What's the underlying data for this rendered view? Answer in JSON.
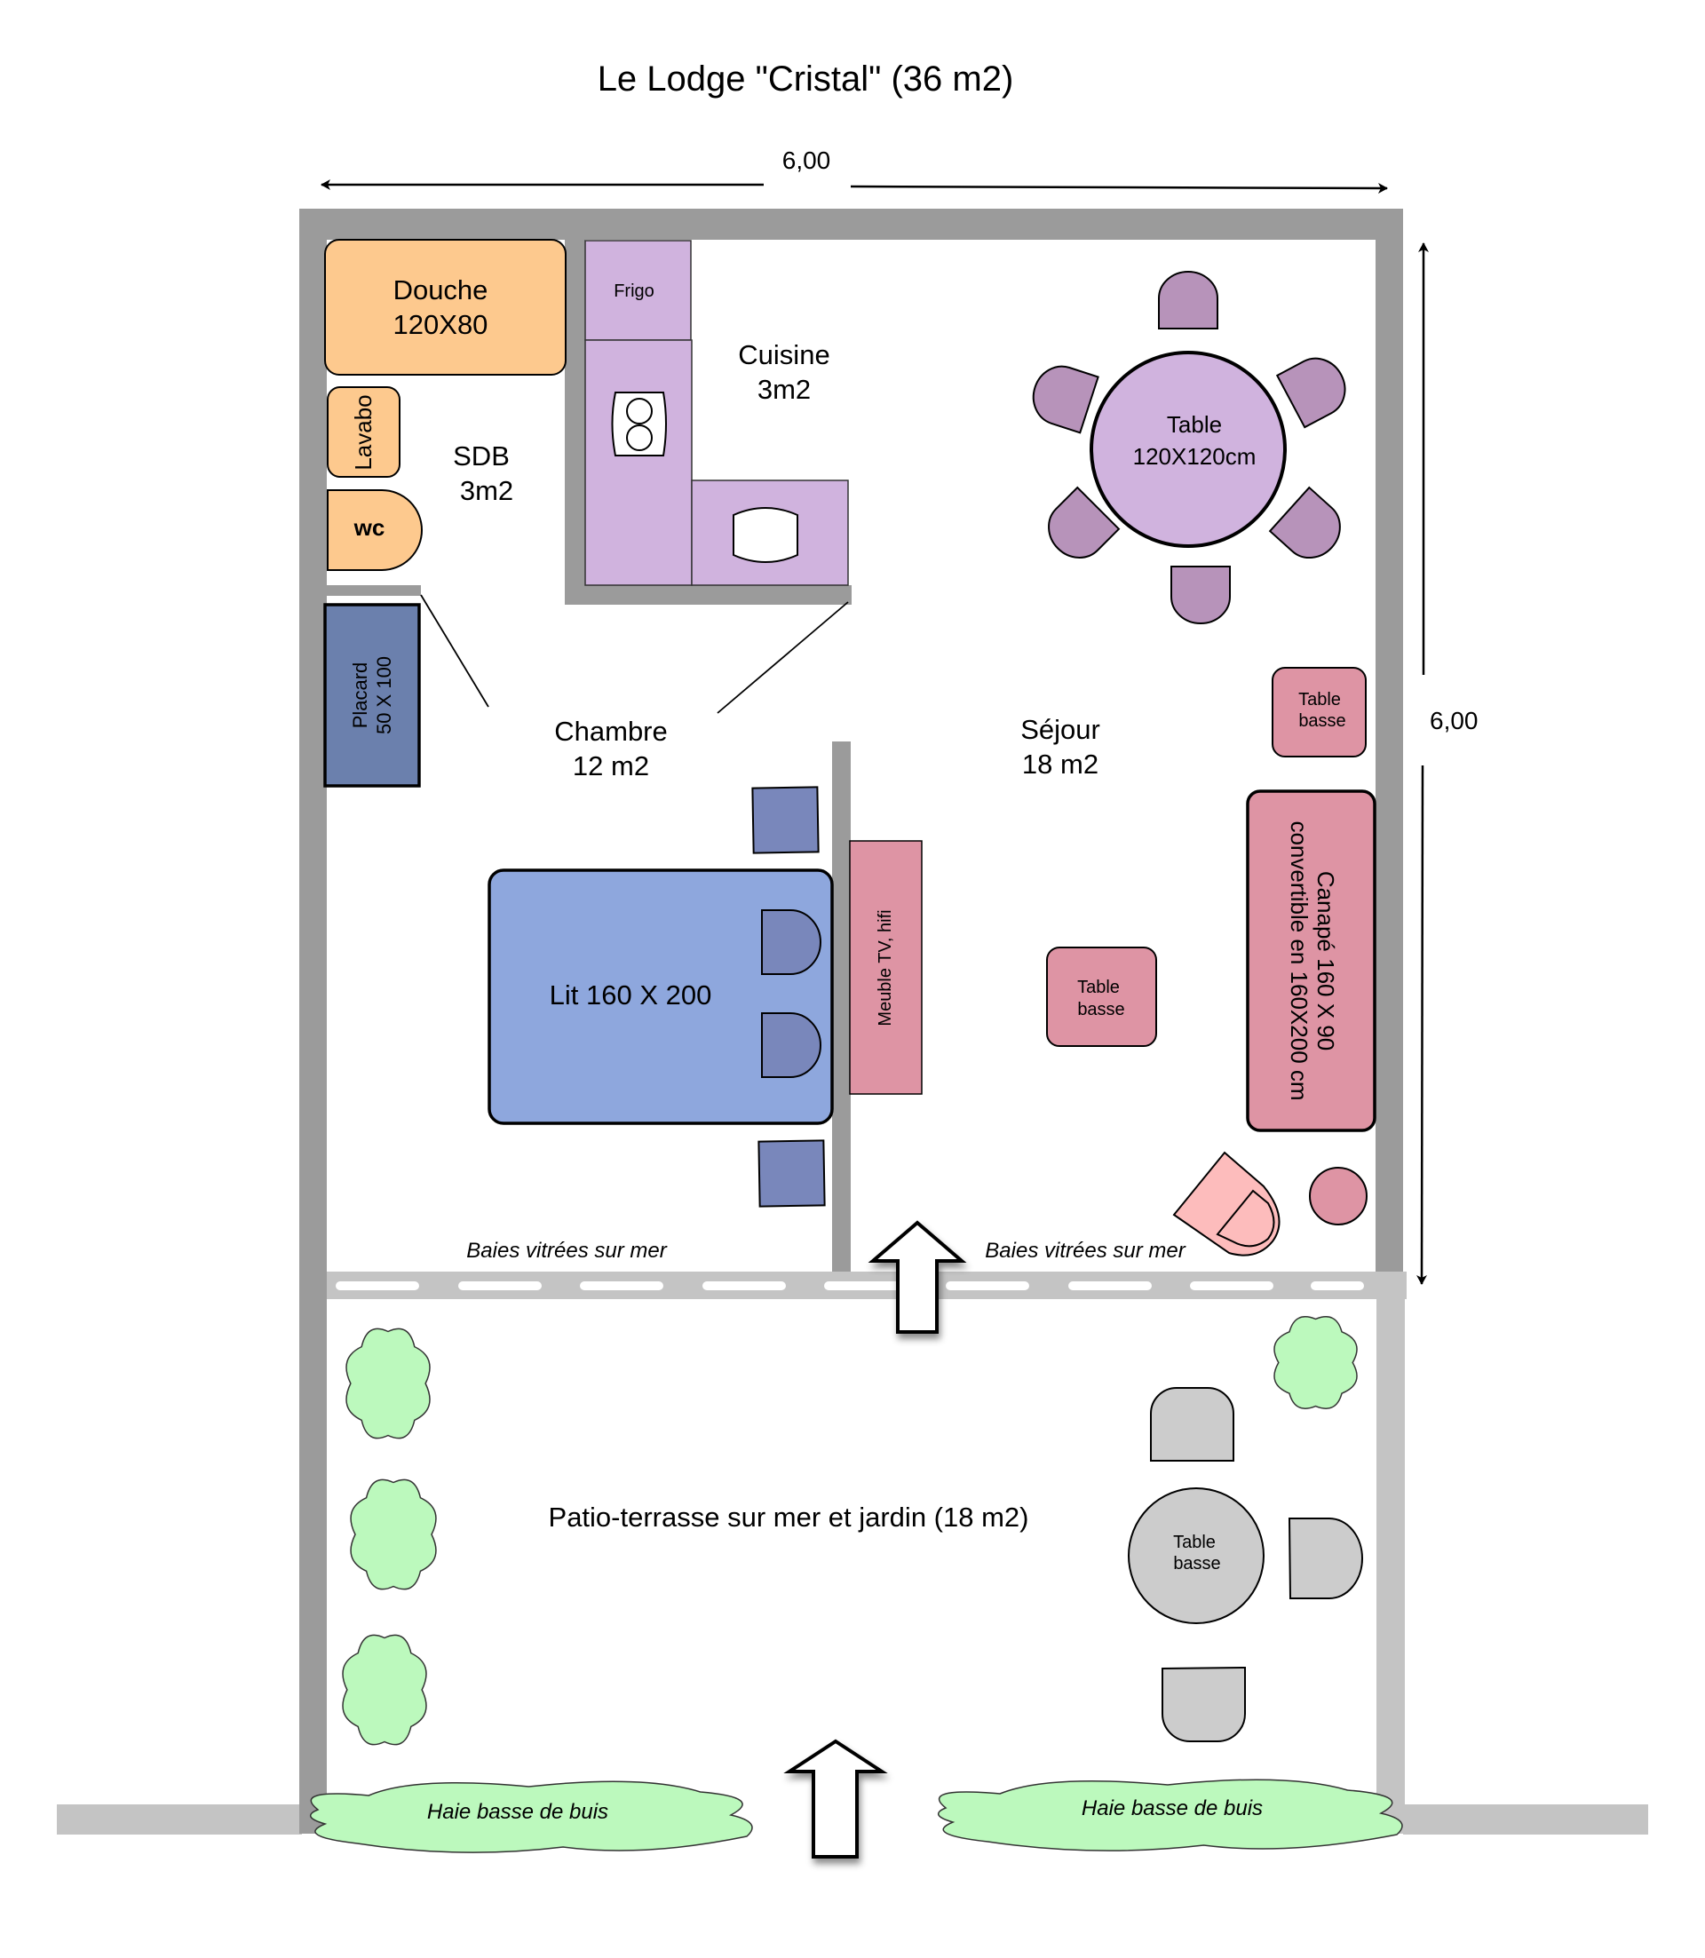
{
  "title": "Le Lodge \"Cristal\" (36 m2)",
  "dimensions": {
    "width_label": "6,00",
    "height_label": "6,00"
  },
  "rooms": {
    "sdb": {
      "name": "SDB",
      "area": "3m2"
    },
    "cuisine": {
      "name": "Cuisine",
      "area": "3m2"
    },
    "chambre": {
      "name": "Chambre",
      "area": "12 m2"
    },
    "sejour": {
      "name": "Séjour",
      "area": "18 m2"
    },
    "patio": {
      "label": "Patio-terrasse sur mer et jardin (18 m2)"
    }
  },
  "furniture": {
    "douche": {
      "line1": "Douche",
      "line2": "120X80"
    },
    "lavabo": "Lavabo",
    "wc": "wc",
    "frigo": "Frigo",
    "placard": {
      "line1": "Placard",
      "line2": "50 X 100"
    },
    "lit": "Lit 160 X 200",
    "meuble_tv": "Meuble TV, hifi",
    "table_sejour": {
      "line1": "Table",
      "line2": "120X120cm"
    },
    "table_basse_top": {
      "line1": "Table",
      "line2": "basse"
    },
    "table_basse_mid": {
      "line1": "Table",
      "line2": "basse"
    },
    "canape": {
      "line1": "Canapé 160 X 90",
      "line2": "convertible en 160X200 cm"
    },
    "table_basse_patio": {
      "line1": "Table",
      "line2": "basse"
    }
  },
  "windows": {
    "left": "Baies vitrées sur mer",
    "right": "Baies vitrées sur mer"
  },
  "hedges": {
    "left": "Haie basse de buis",
    "right": "Haie basse de buis"
  },
  "colors": {
    "wall": "#9b9b9b",
    "wall_light": "#c4c4c4",
    "bathroom": "#fdc98e",
    "kitchen": "#d0b3de",
    "dining_chair": "#b793ba",
    "bedroom": "#8ea7dd",
    "bedroom_dark": "#7987bb",
    "placard": "#6b80ad",
    "living": "#de94a4",
    "armchair": "#fdbcbc",
    "greenery": "#bcf9bd",
    "patio_furniture": "#cccccc"
  }
}
